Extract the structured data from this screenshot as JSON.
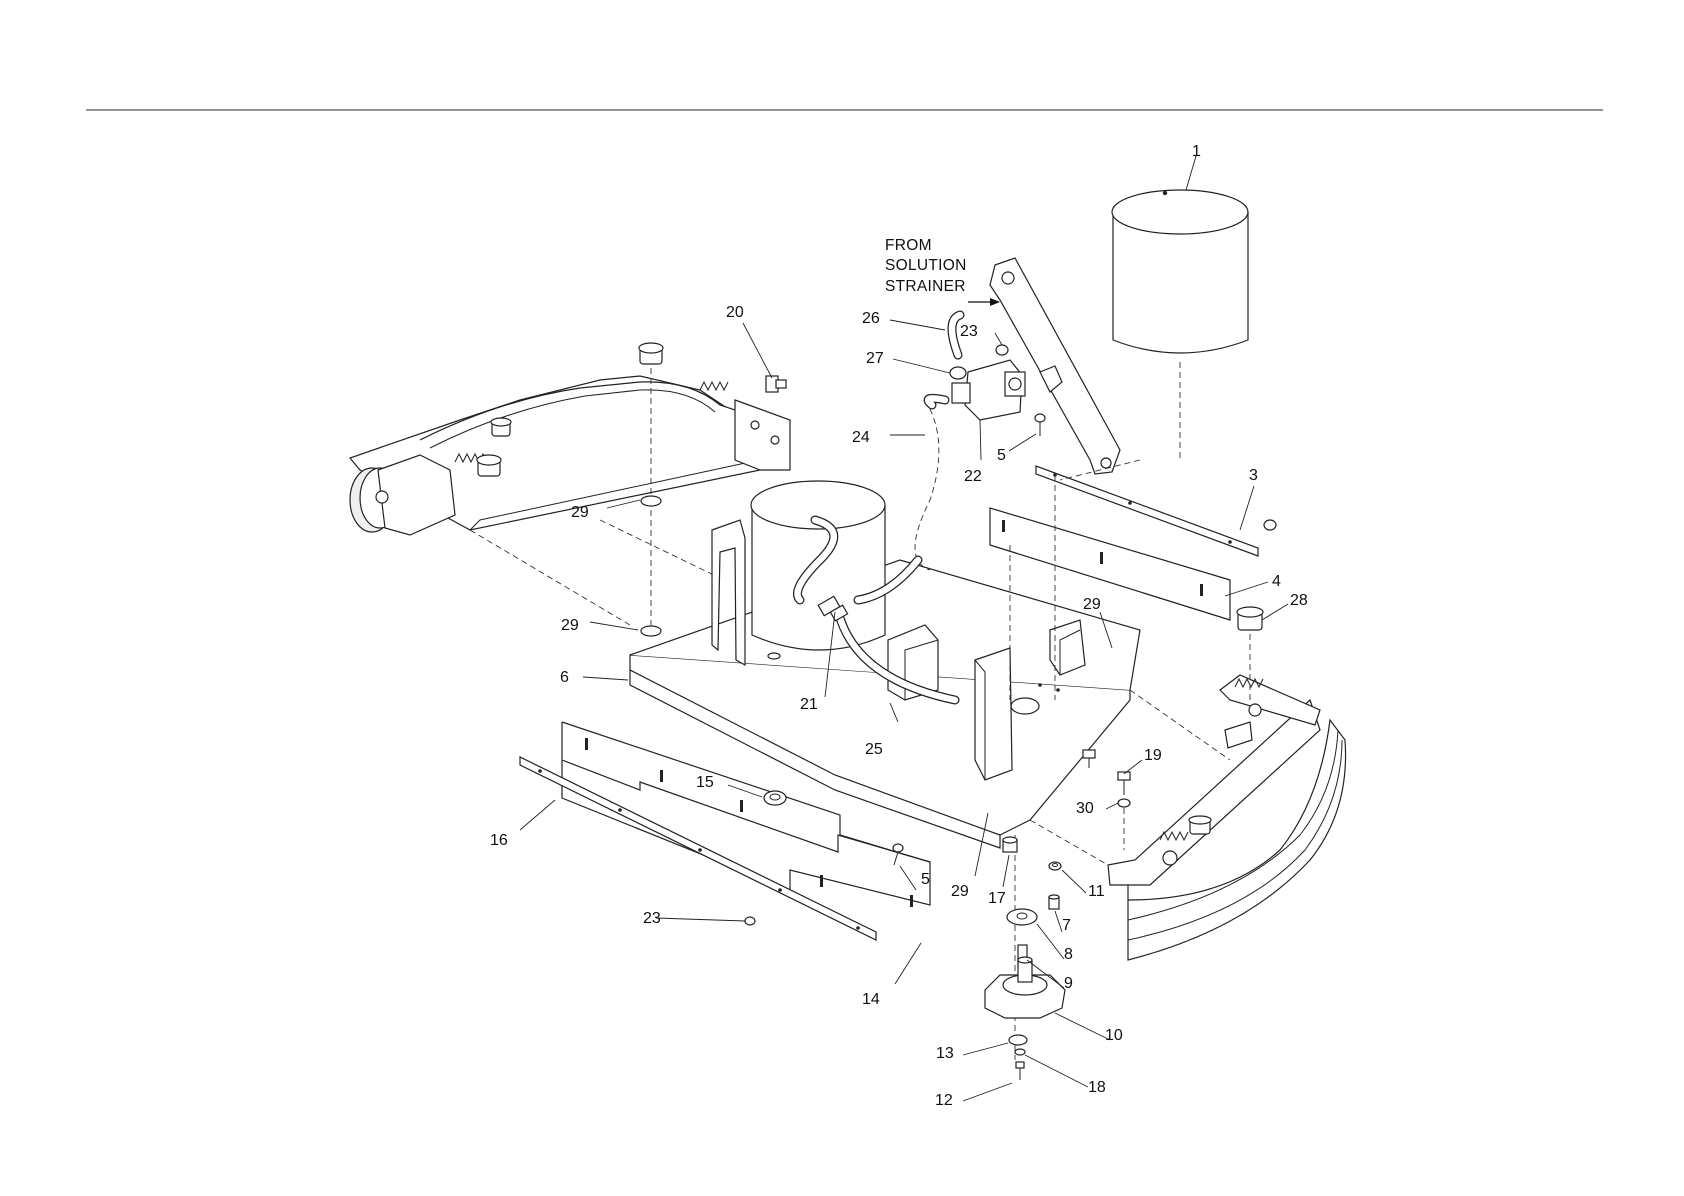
{
  "diagram": {
    "note_lines": [
      "FROM",
      "SOLUTION",
      "STRAINER"
    ],
    "callouts": {
      "c1": "1",
      "c3": "3",
      "c4": "4",
      "c5a": "5",
      "c5b": "5",
      "c6": "6",
      "c7": "7",
      "c8": "8",
      "c9": "9",
      "c10": "10",
      "c11": "11",
      "c12": "12",
      "c13": "13",
      "c14": "14",
      "c15": "15",
      "c16": "16",
      "c17": "17",
      "c18": "18",
      "c19": "19",
      "c20": "20",
      "c21": "21",
      "c22": "22",
      "c23a": "23",
      "c23b": "23",
      "c24": "24",
      "c25": "25",
      "c26": "26",
      "c27": "27",
      "c28": "28",
      "c29a": "29",
      "c29b": "29",
      "c29c": "29",
      "c29d": "29",
      "c30": "30"
    }
  }
}
